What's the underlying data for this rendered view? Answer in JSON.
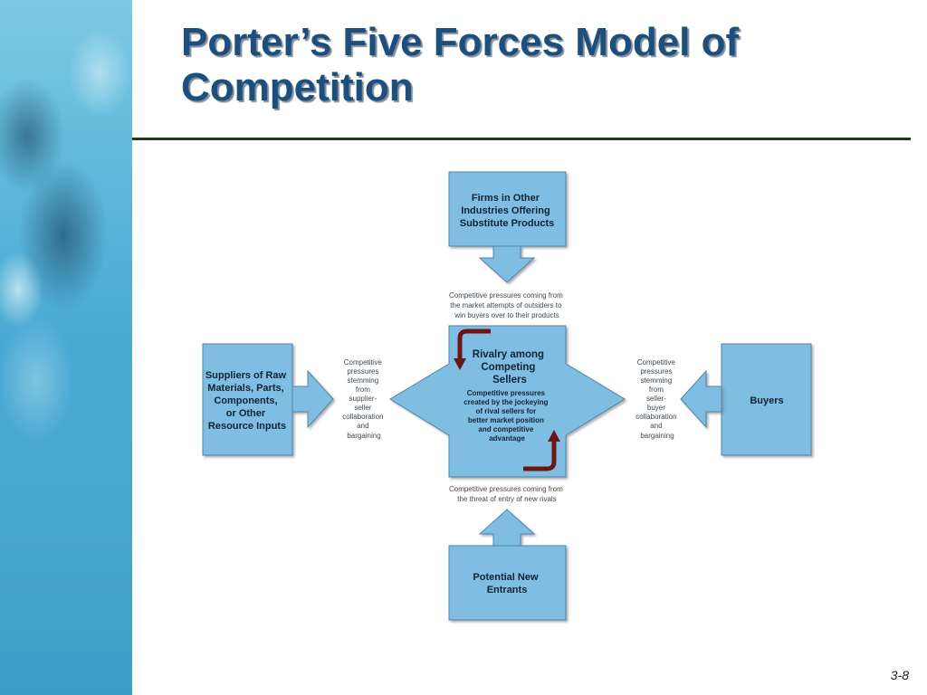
{
  "slide": {
    "title_line1": "Porter’s Five Forces Model of",
    "title_line2": "Competition",
    "page_number": "3-8"
  },
  "diagram": {
    "colors": {
      "box_fill": "#7fbde3",
      "box_stroke": "#4e86ad",
      "curved_arrow": "#6b1515"
    },
    "top_box": [
      "Firms in Other",
      "Industries Offering",
      "Substitute Products"
    ],
    "left_box": [
      "Suppliers of Raw",
      "Materials, Parts,",
      "Components,",
      "or Other",
      "Resource Inputs"
    ],
    "right_box": [
      "Buyers"
    ],
    "bottom_box": [
      "Potential New",
      "Entrants"
    ],
    "center_title": [
      "Rivalry among",
      "Competing",
      "Sellers"
    ],
    "center_sub": [
      "Competitive pressures",
      "created by the jockeying",
      "of rival sellers for",
      "better market position",
      "and competitive",
      "advantage"
    ],
    "top_note": [
      "Competitive pressures coming from",
      "the market attempts of outsiders to",
      "win buyers over to their products"
    ],
    "bottom_note": [
      "Competitive pressures coming from",
      "the threat of entry of new rivals"
    ],
    "left_note": [
      "Competitive",
      "pressures",
      "stemming",
      "from",
      "supplier-",
      "seller",
      "collaboration",
      "and",
      "bargaining"
    ],
    "right_note": [
      "Competitive",
      "pressures",
      "stemming",
      "from",
      "seller-",
      "buyer",
      "collaboration",
      "and",
      "bargaining"
    ]
  }
}
